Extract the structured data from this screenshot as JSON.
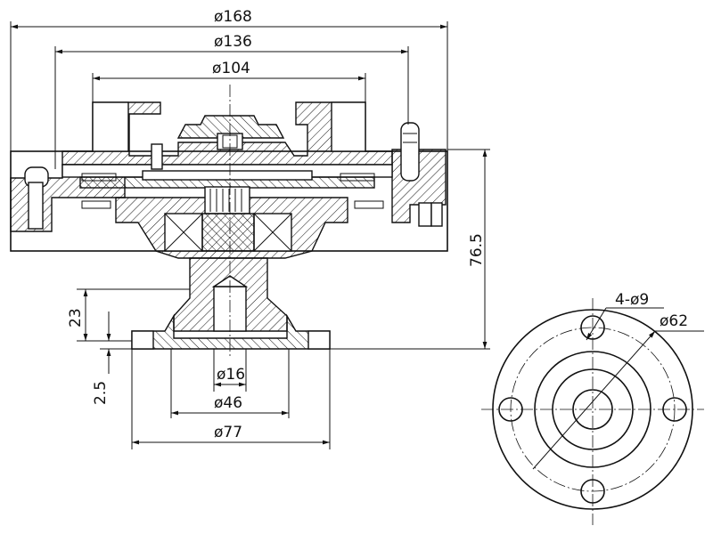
{
  "dimensions": {
    "d168": "ø168",
    "d136": "ø136",
    "d104": "ø104",
    "h76_5": "76.5",
    "h23": "23",
    "h2_5": "2.5",
    "d16": "ø16",
    "d46": "ø46",
    "d77": "ø77",
    "holes": "4-ø9",
    "d62": "ø62"
  }
}
